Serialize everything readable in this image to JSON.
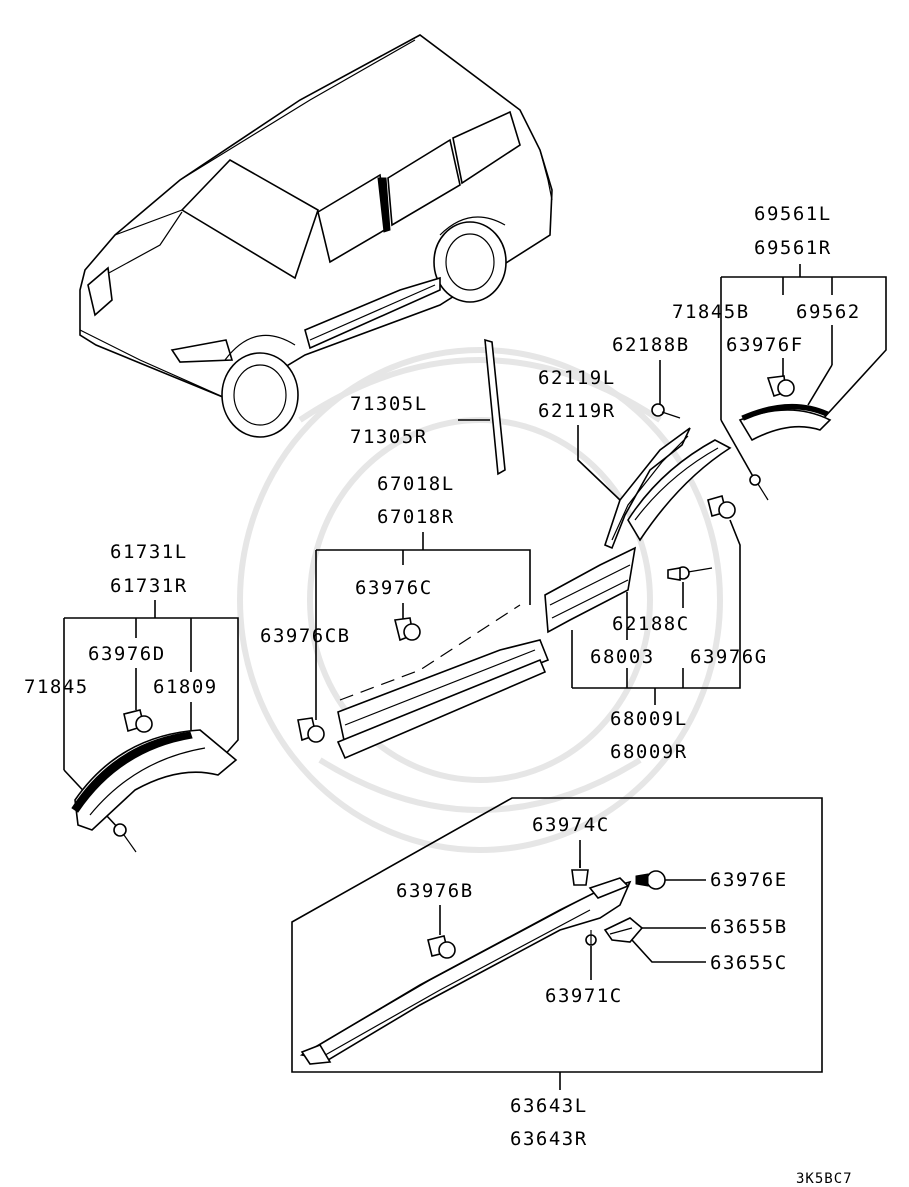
{
  "diagram_id": "3K5BC7",
  "labels": {
    "p69561L": "69561L",
    "p69561R": "69561R",
    "p71845B": "71845B",
    "p69562": "69562",
    "p62188B": "62188B",
    "p63976F": "63976F",
    "p62119L": "62119L",
    "p62119R": "62119R",
    "p71305L": "71305L",
    "p71305R": "71305R",
    "p67018L": "67018L",
    "p67018R": "67018R",
    "p63976C": "63976C",
    "p63976CB": "63976CB",
    "p61731L": "61731L",
    "p61731R": "61731R",
    "p63976D": "63976D",
    "p71845": "71845",
    "p61809": "61809",
    "p62188C": "62188C",
    "p68003": "68003",
    "p63976G": "63976G",
    "p68009L": "68009L",
    "p68009R": "68009R",
    "p63974C": "63974C",
    "p63976E": "63976E",
    "p63976B": "63976B",
    "p63655B": "63655B",
    "p63655C": "63655C",
    "p63971C": "63971C",
    "p63643L": "63643L",
    "p63643R": "63643R"
  }
}
